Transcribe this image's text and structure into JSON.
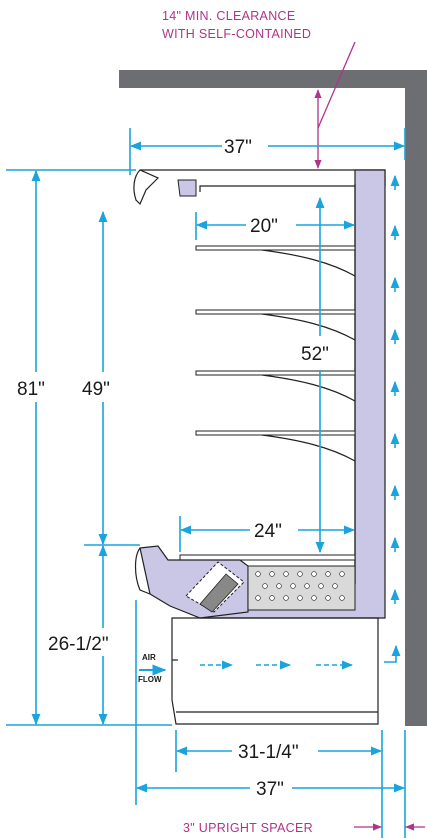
{
  "notes": {
    "clearance_line1": "14\" MIN. CLEARANCE",
    "clearance_line2": "WITH SELF-CONTAINED",
    "spacer": "3\" UPRIGHT SPACER"
  },
  "dimensions": {
    "top_depth": "37\"",
    "shelf_depth": "20\"",
    "interior_height": "52\"",
    "overall_height": "81\"",
    "upper_height": "49\"",
    "deck_depth": "24\"",
    "base_height": "26-1/2\"",
    "base_depth": "31-1/4\"",
    "bottom_depth": "37\""
  },
  "airflow": {
    "line1": "AIR",
    "line2": "FLOW"
  },
  "colors": {
    "dimension": "#1aa3dc",
    "note": "#b0338c",
    "wall": "#6d6e71",
    "duct": "#c9c6e6"
  }
}
